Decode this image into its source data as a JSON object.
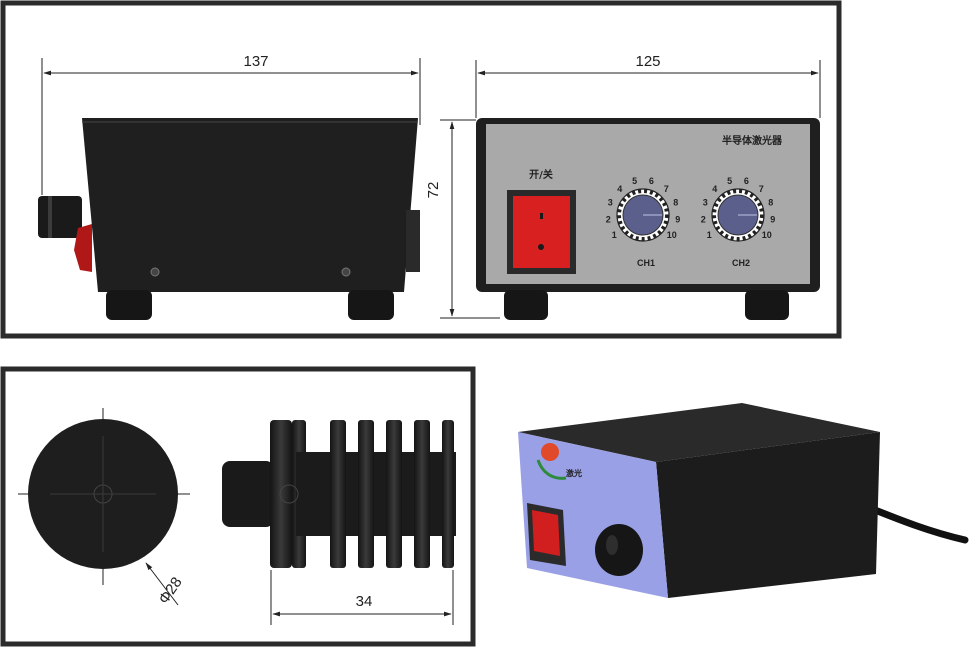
{
  "dimensions": {
    "side_width": "137",
    "front_width": "125",
    "front_height": "72",
    "emitter_diameter": "Φ28",
    "emitter_length": "34"
  },
  "front_panel": {
    "title": "半导体激光器",
    "switch_label": "开/关",
    "knob_left_label": "CH1",
    "knob_right_label": "CH2",
    "dial_ticks": [
      "1",
      "2",
      "3",
      "4",
      "5",
      "6",
      "7",
      "8",
      "9",
      "10"
    ]
  },
  "photo_panel": {
    "logo_text": "激光"
  },
  "colors": {
    "frame": "#2b2b2b",
    "housing": "#1f1f1f",
    "front_panel": "#a9a9a9",
    "switch": "#d92020",
    "knob": "#5a5f8c",
    "photo_panel": "#9aa0e6"
  }
}
